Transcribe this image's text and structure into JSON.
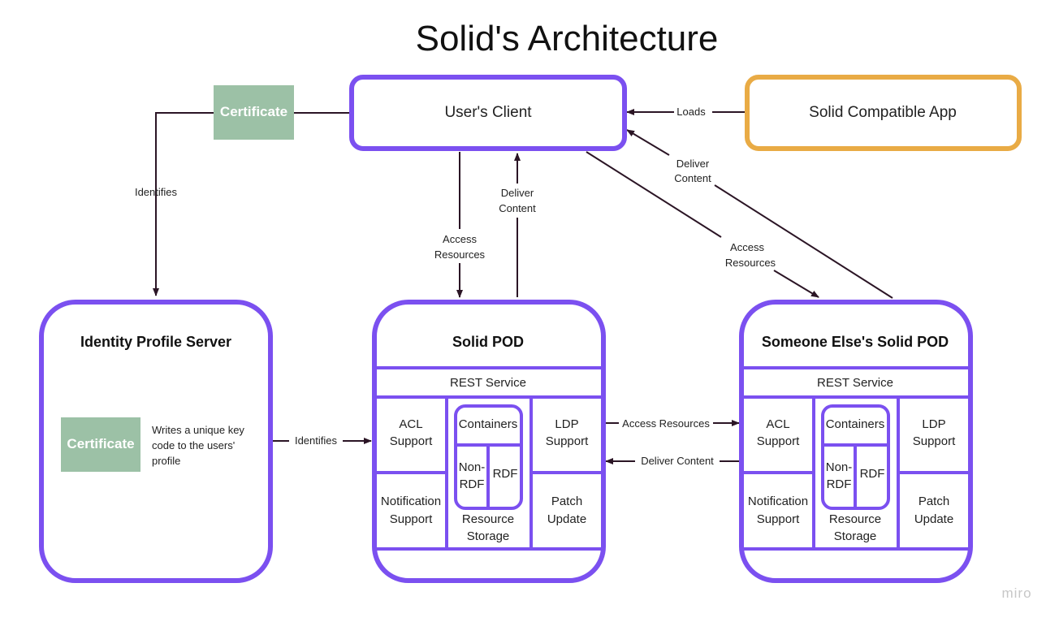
{
  "title": "Solid's Architecture",
  "colors": {
    "pod_border": "#7b50f0",
    "app_border": "#e9ab45",
    "certificate_fill": "#9cc1a6",
    "edge": "#2b1525"
  },
  "nodes": {
    "users_client": "User's Client",
    "solid_app": "Solid Compatible App",
    "identity_server": "Identity Profile Server",
    "cert_top": "Certificate",
    "cert_inner": "Certificate",
    "cert_note": [
      "Writes a unique key",
      "code to the users'",
      "profile"
    ]
  },
  "pods": [
    {
      "title": "Solid POD",
      "rest": "REST Service",
      "acl": [
        "ACL",
        "Support"
      ],
      "containers": "Containers",
      "non_rdf": [
        "Non-",
        "RDF"
      ],
      "rdf": "RDF",
      "resource_storage": [
        "Resource",
        "Storage"
      ],
      "ldp": [
        "LDP",
        "Support"
      ],
      "notification": [
        "Notification",
        "Support"
      ],
      "patch": [
        "Patch",
        "Update"
      ]
    },
    {
      "title": "Someone Else's Solid POD",
      "rest": "REST Service",
      "acl": [
        "ACL",
        "Support"
      ],
      "containers": "Containers",
      "non_rdf": [
        "Non-",
        "RDF"
      ],
      "rdf": "RDF",
      "resource_storage": [
        "Resource",
        "Storage"
      ],
      "ldp": [
        "LDP",
        "Support"
      ],
      "notification": [
        "Notification",
        "Support"
      ],
      "patch": [
        "Patch",
        "Update"
      ]
    }
  ],
  "edges": {
    "loads": "Loads",
    "identifies_left": "Identifies",
    "access_resources_pod": [
      "Access",
      "Resources"
    ],
    "deliver_content_pod": [
      "Deliver",
      "Content"
    ],
    "access_resources_other": [
      "Access",
      "Resources"
    ],
    "deliver_content_other": [
      "Deliver",
      "Content"
    ],
    "identifies_mid": "Identifies",
    "access_resources_between": "Access Resources",
    "deliver_content_between": "Deliver Content"
  },
  "brand": "miro"
}
